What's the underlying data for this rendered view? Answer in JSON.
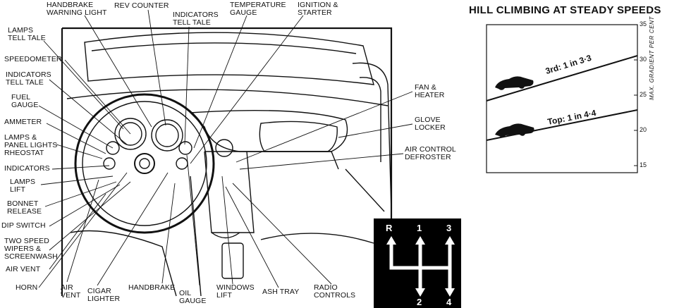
{
  "diagram": {
    "labels": [
      {
        "key": "handbrake_warning",
        "text": "HANDBRAKE\nWARNING LIGHT"
      },
      {
        "key": "rev_counter",
        "text": "REV COUNTER"
      },
      {
        "key": "indicators_tt_top",
        "text": "INDICATORS\nTELL TALE"
      },
      {
        "key": "temperature",
        "text": "TEMPERATURE\nGAUGE"
      },
      {
        "key": "ignition",
        "text": "IGNITION &\nSTARTER"
      },
      {
        "key": "lamps_tt",
        "text": "LAMPS\nTELL TALE"
      },
      {
        "key": "speedometer",
        "text": "SPEEDOMETER"
      },
      {
        "key": "indicators_tt_left",
        "text": "INDICATORS\nTELL TALE"
      },
      {
        "key": "fuel",
        "text": "FUEL\nGAUGE"
      },
      {
        "key": "ammeter",
        "text": "AMMETER"
      },
      {
        "key": "lamps_panel",
        "text": "LAMPS &\nPANEL LIGHTS\nRHEOSTAT"
      },
      {
        "key": "indicators",
        "text": "INDICATORS"
      },
      {
        "key": "lamps_lift",
        "text": "LAMPS\nLIFT"
      },
      {
        "key": "bonnet",
        "text": "BONNET\nRELEASE"
      },
      {
        "key": "dip",
        "text": "DIP SWITCH"
      },
      {
        "key": "wipers",
        "text": "TWO SPEED\nWIPERS &\nSCREENWASH"
      },
      {
        "key": "air_vent_l",
        "text": "AIR VENT"
      },
      {
        "key": "horn",
        "text": "HORN"
      },
      {
        "key": "air_vent_b",
        "text": "AIR\nVENT"
      },
      {
        "key": "cigar",
        "text": "CIGAR\nLIGHTER"
      },
      {
        "key": "handbrake",
        "text": "HANDBRAKE"
      },
      {
        "key": "oil",
        "text": "OIL\nGAUGE"
      },
      {
        "key": "windows",
        "text": "WINDOWS\nLIFT"
      },
      {
        "key": "ash",
        "text": "ASH TRAY"
      },
      {
        "key": "radio",
        "text": "RADIO\nCONTROLS"
      },
      {
        "key": "fan",
        "text": "FAN &\nHEATER"
      },
      {
        "key": "glove",
        "text": "GLOVE\nLOCKER"
      },
      {
        "key": "air_control",
        "text": "AIR CONTROL\nDEFROSTER"
      }
    ],
    "gears": [
      "R",
      "1",
      "3",
      "2",
      "4"
    ]
  },
  "chart_data": {
    "type": "line",
    "title": "HILL CLIMBING AT STEADY SPEEDS",
    "ylabel": "MAX. GRADIENT PER CENT",
    "ylim": [
      14,
      35
    ],
    "yticks": [
      15,
      20,
      25,
      30,
      35
    ],
    "series": [
      {
        "name": "3rd: 1 in 3·3",
        "values": [
          24.2,
          30.6
        ]
      },
      {
        "name": "Top: 1 in 4·4",
        "values": [
          18.6,
          22.9
        ]
      }
    ]
  }
}
